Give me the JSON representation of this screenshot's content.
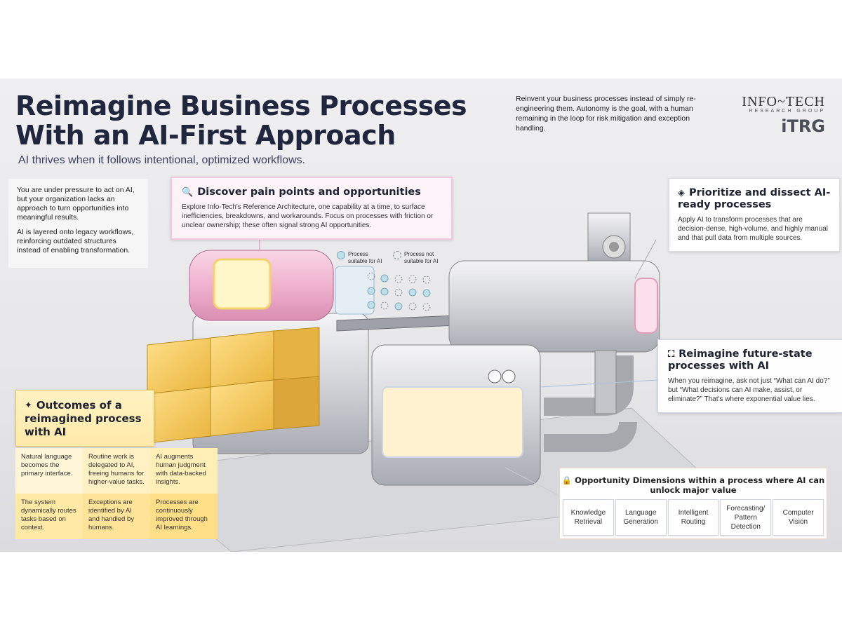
{
  "header": {
    "title_line1": "Reimagine Business Processes",
    "title_line2": "With an AI-First Approach",
    "subtitle": "AI thrives when it follows intentional, optimized workflows.",
    "intro": "Reinvent your business processes instead of simply re-engineering them. Autonomy is the goal, with a human remaining in the loop for risk mitigation and exception handling."
  },
  "brand": {
    "name": "INFO~TECH",
    "sub": "RESEARCH GROUP",
    "itrg": "iTRG"
  },
  "left_info": {
    "p1": "You are under pressure to act on AI, but your organization lacks an approach to turn opportunities into meaningful results.",
    "p2": "AI is layered onto legacy workflows, reinforcing outdated structures instead of enabling transformation."
  },
  "discover": {
    "title": "Discover pain points and opportunities",
    "body": "Explore Info-Tech's Reference Architecture, one capability at a time, to surface inefficiencies, breakdowns, and workarounds. Focus on processes with friction or unclear ownership; these often signal strong AI opportunities."
  },
  "legend": {
    "suitable": "Process suitable for AI",
    "not_suitable": "Process not suitable for AI"
  },
  "prioritize": {
    "title": "Prioritize and dissect AI-ready processes",
    "body": "Apply AI to transform processes that are decision-dense, high-volume, and highly manual and that pull data from multiple sources."
  },
  "reimagine": {
    "title": "Reimagine future-state processes with AI",
    "body": "When you reimagine, ask not just “What can AI do?” but “What decisions can AI make, assist, or eliminate?” That's where exponential value lies."
  },
  "outcomes": {
    "title": "Outcomes of a reimagined process with AI",
    "items": [
      "Natural language becomes the primary interface.",
      "Routine work is delegated to AI, freeing humans for higher-value tasks.",
      "AI augments human judgment with data-backed insights.",
      "The system dynamically routes tasks based on context.",
      "Exceptions are identified by AI and handled by humans.",
      "Processes are continuously improved through AI learnings."
    ]
  },
  "opportunity": {
    "title": "Opportunity Dimensions within a process where AI can unlock major value",
    "items": [
      "Knowledge Retrieval",
      "Language Generation",
      "Intelligent Routing",
      "Forecasting/ Pattern Detection",
      "Computer Vision"
    ]
  },
  "colors": {
    "navy": "#20263d",
    "pink": "#f1c6dc",
    "gold": "#ffd86b",
    "blue": "#cfd8e8"
  },
  "icons": [
    "search-icon",
    "sparkle-icon",
    "diamond-arrow-icon",
    "expand-icon",
    "lock-icon"
  ]
}
